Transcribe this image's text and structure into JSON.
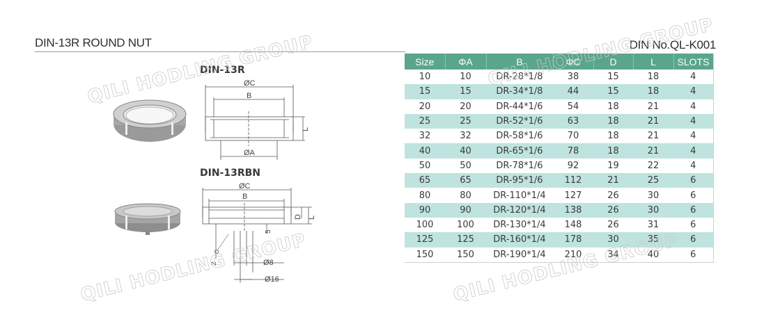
{
  "header": {
    "title": "DIN-13R ROUND NUT",
    "doc_number": "DIN No.QL-K001"
  },
  "drawings": {
    "top": {
      "label": "DIN-13R",
      "dims": {
        "c": "ØC",
        "b": "B",
        "a": "ØA",
        "l": "L"
      }
    },
    "bottom": {
      "label": "DIN-13RBN",
      "dims": {
        "c": "ØC",
        "b": "B",
        "d": "D",
        "l": "L",
        "five": "5",
        "two": "2",
        "d8": "Ø8",
        "d16": "Ø16"
      }
    }
  },
  "watermark": "QILI HODLING GROUP",
  "colors": {
    "header_bg": "#5aa58d",
    "alt_row_bg": "#bfe3df"
  },
  "table": {
    "columns": [
      "Size",
      "ΦA",
      "B",
      "ΦC",
      "D",
      "L",
      "SLOTS"
    ],
    "rows": [
      [
        "10",
        "10",
        "DR-28*1/8",
        "38",
        "15",
        "18",
        "4"
      ],
      [
        "15",
        "15",
        "DR-34*1/8",
        "44",
        "15",
        "18",
        "4"
      ],
      [
        "20",
        "20",
        "DR-44*1/6",
        "54",
        "18",
        "21",
        "4"
      ],
      [
        "25",
        "25",
        "DR-52*1/6",
        "63",
        "18",
        "21",
        "4"
      ],
      [
        "32",
        "32",
        "DR-58*1/6",
        "70",
        "18",
        "21",
        "4"
      ],
      [
        "40",
        "40",
        "DR-65*1/6",
        "78",
        "18",
        "21",
        "4"
      ],
      [
        "50",
        "50",
        "DR-78*1/6",
        "92",
        "19",
        "22",
        "4"
      ],
      [
        "65",
        "65",
        "DR-95*1/6",
        "112",
        "21",
        "25",
        "6"
      ],
      [
        "80",
        "80",
        "DR-110*1/4",
        "127",
        "26",
        "30",
        "6"
      ],
      [
        "90",
        "90",
        "DR-120*1/4",
        "138",
        "26",
        "30",
        "6"
      ],
      [
        "100",
        "100",
        "DR-130*1/4",
        "148",
        "26",
        "31",
        "6"
      ],
      [
        "125",
        "125",
        "DR-160*1/4",
        "178",
        "30",
        "35",
        "6"
      ],
      [
        "150",
        "150",
        "DR-190*1/4",
        "210",
        "34",
        "40",
        "6"
      ]
    ]
  }
}
